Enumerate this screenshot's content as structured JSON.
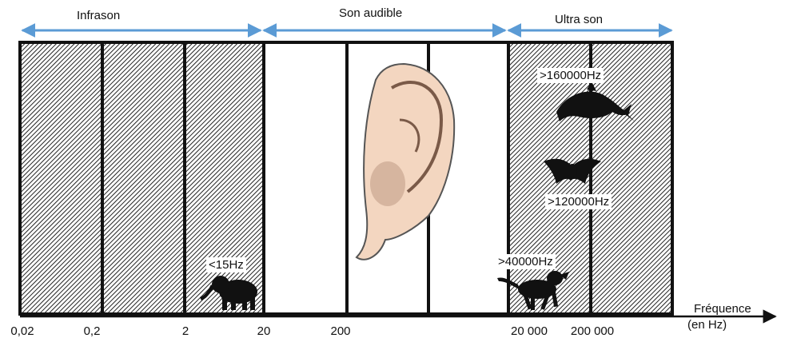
{
  "regions": {
    "infrasound": "Infrason",
    "audible": "Son audible",
    "ultrasound": "Ultra son"
  },
  "axis": {
    "label": "Fréquence",
    "unit": "(en Hz)",
    "ticks": [
      "0,02",
      "0,2",
      "2",
      "20",
      "200",
      "20 000",
      "200 000"
    ]
  },
  "animals": {
    "elephant": {
      "label": "<15Hz",
      "icon": "elephant-icon"
    },
    "dog": {
      "label": ">40000Hz",
      "icon": "dog-icon"
    },
    "bat": {
      "label": ">120000Hz",
      "icon": "bat-icon"
    },
    "dolphin": {
      "label": ">160000Hz",
      "icon": "dolphin-icon"
    },
    "ear": {
      "icon": "ear-icon"
    }
  },
  "colors": {
    "arrow": "#5b9bd5",
    "hatch": "#222222",
    "skin": "#f3d6c0",
    "skin_shadow": "#caa893"
  }
}
